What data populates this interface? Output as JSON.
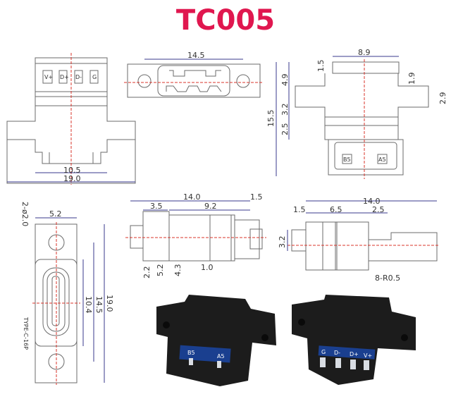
{
  "title": "TC005",
  "colors": {
    "title": "#e0174f",
    "outline": "#6b6b6b",
    "dimension_line": "#3a3a8c",
    "center_line": "#d9342b",
    "connector_body": "#1c1c1c",
    "pcb": "#1a3f8f",
    "contact": "#d9dde3"
  },
  "views": {
    "front_top": {
      "pin_labels": [
        "V+",
        "D+",
        "D-",
        "G"
      ],
      "dims": {
        "inner_width": "10.5",
        "outer_width": "19.0"
      }
    },
    "top": {
      "dims": {
        "hole_spacing": "14.5"
      }
    },
    "side_right": {
      "pin_labels": [
        "B5",
        "A5"
      ],
      "dims": {
        "width": "8.9",
        "top_step": "1.5",
        "h1": "4.9",
        "h2": "3.2",
        "h3": "2.5",
        "total_height": "15.5",
        "right_step": "1.9",
        "flange": "2.9"
      }
    },
    "face": {
      "dims": {
        "holes": "2-ø2.0",
        "width": "5.2",
        "opening": "10.4",
        "hole_spacing": "14.5",
        "total": "19.0"
      },
      "part_label": "TYPE-C-16P"
    },
    "side_bottom_left": {
      "dims": {
        "total": "14.0",
        "tail": "1.5",
        "front": "3.5",
        "body": "9.2",
        "d1": "2.2",
        "d2": "5.2",
        "d3": "4.3",
        "groove": "1.0"
      }
    },
    "side_bottom_right": {
      "dims": {
        "total": "14.0",
        "lead": "1.5",
        "body": "6.5",
        "groove_pos": "2.5",
        "height": "3.2",
        "radius_note": "8-R0.5"
      }
    }
  },
  "photos": {
    "left": {
      "pcb_labels": [
        "B5",
        "A5"
      ]
    },
    "right": {
      "pcb_labels": [
        "G",
        "D-",
        "D+",
        "V+"
      ]
    }
  }
}
